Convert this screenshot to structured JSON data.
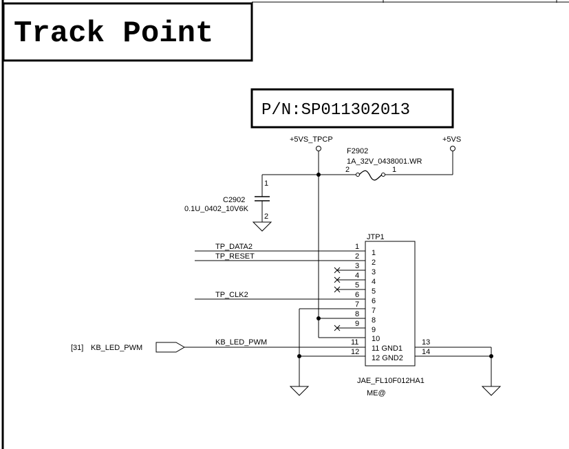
{
  "title": "Track Point",
  "part_number": "P/N:SP011302013",
  "power": {
    "rail_left": "+5VS_TPCP",
    "rail_right": "+5VS"
  },
  "fuse": {
    "ref": "F2902",
    "value": "1A_32V_0438001.WR",
    "pin_left": "2",
    "pin_right": "1"
  },
  "capacitor": {
    "ref": "C2902",
    "value": "0.1U_0402_10V6K",
    "pin_top": "1",
    "pin_bottom": "2"
  },
  "connector": {
    "ref": "JTP1",
    "part": "JAE_FL10F012HA1",
    "note": "ME@",
    "outer_pins": [
      "1",
      "2",
      "3",
      "4",
      "5",
      "6",
      "7",
      "8",
      "9",
      "11",
      "12"
    ],
    "inner_pins": [
      "1",
      "2",
      "3",
      "4",
      "5",
      "6",
      "7",
      "8",
      "9",
      "10"
    ],
    "inner_gnd": [
      "11 GND1",
      "12 GND2"
    ],
    "right_pins": [
      "13",
      "14"
    ]
  },
  "nets": {
    "tp_data2": "TP_DATA2",
    "tp_reset": "TP_RESET",
    "tp_clk2": "TP_CLK2",
    "kb_led_pwm": "KB_LED_PWM"
  },
  "offpage": {
    "ref": "[31]",
    "label": "KB_LED_PWM"
  }
}
